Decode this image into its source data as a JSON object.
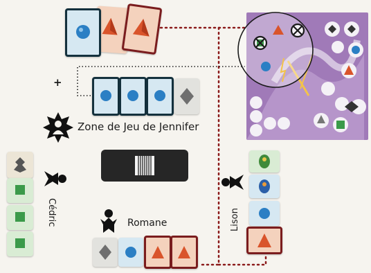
{
  "labels": {
    "zone": "Zone de Jeu de Jennifer",
    "player_bottom": "Romane",
    "player_left": "Cédric",
    "player_right": "Lison",
    "plus": "+"
  },
  "colors": {
    "navy_border": "#14313d",
    "red_border": "#7a1c1e",
    "dotted_red": "#8b1a1a",
    "dotted_navy": "#1b1b1b",
    "board_purple": "#a07ab8"
  },
  "icons": [
    "blue-orb-icon",
    "red-pyramid-icon",
    "grey-diamond-icon",
    "green-cube-icon",
    "beetle-icon",
    "cross-mark-icon",
    "player-pawn-icon",
    "deck-icon"
  ]
}
